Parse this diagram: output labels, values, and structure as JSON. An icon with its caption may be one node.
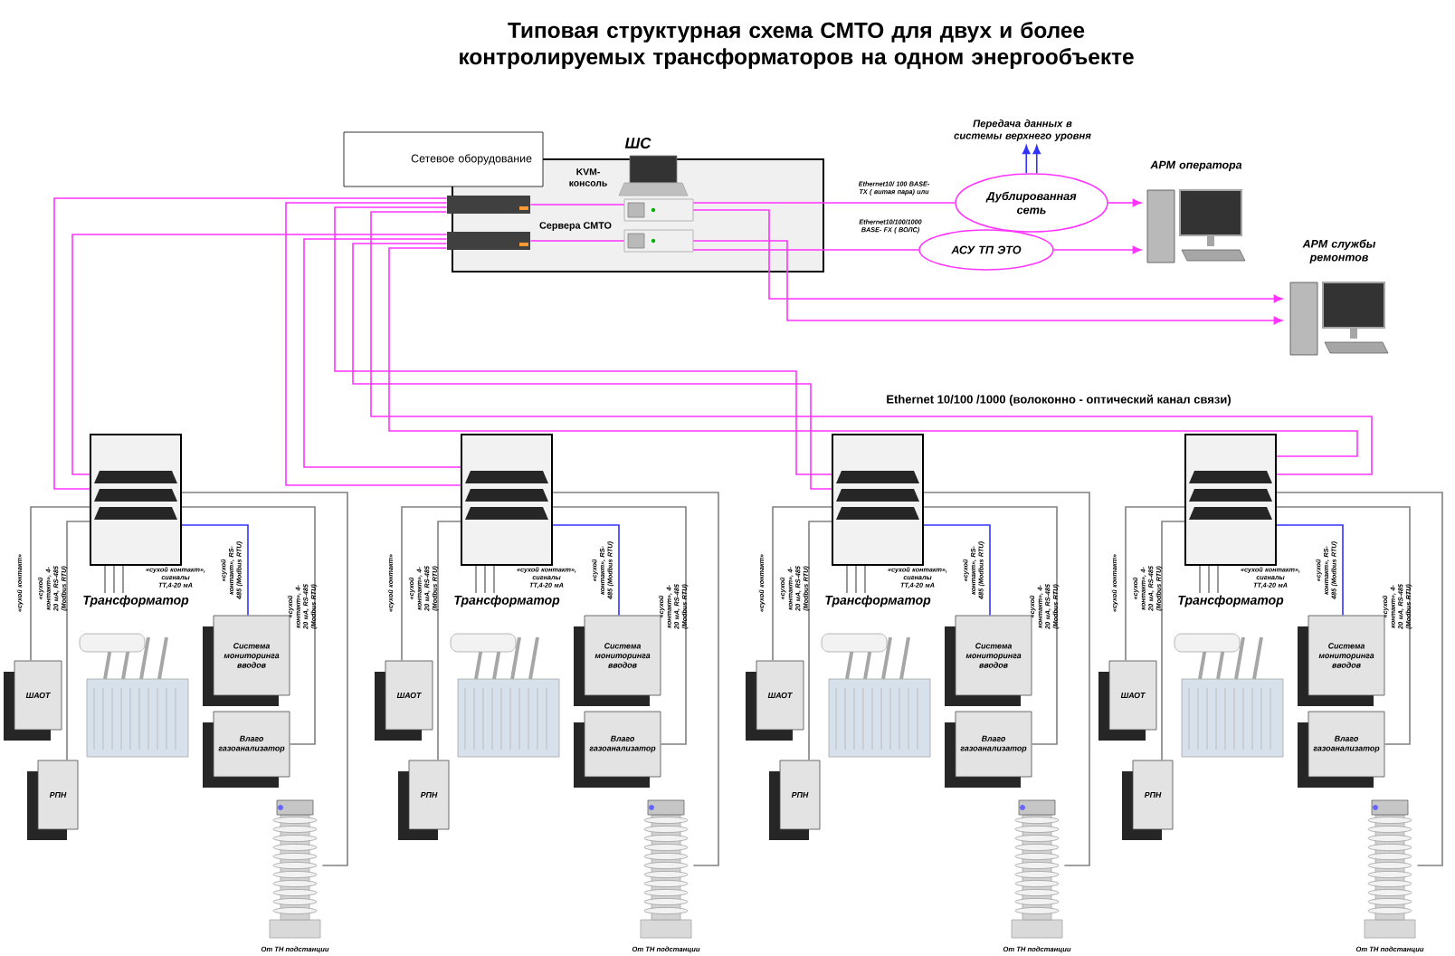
{
  "diagram": {
    "title": "Типовая структурная схема СМТО для двух и более контролируемых трансформаторов на одном энергообъекте",
    "nodes": [
      {
        "text": [
          "Сетевое оборудование"
        ]
      },
      {
        "text": [
          "ШС"
        ]
      },
      {
        "text": [],
        "shape": "picture",
        "in": 1
      },
      {
        "text": [],
        "shape": "picture",
        "in": 1
      },
      {
        "text": [],
        "shape": "picture",
        "in": 1,
        "beside": [
          "KVM-консоль"
        ]
      },
      {
        "text": [],
        "shape": "picture",
        "in": 1
      },
      {
        "text": [],
        "shape": "picture",
        "in": 1
      },
      {
        "text": [
          "Дублированная сеть"
        ]
      },
      {
        "text": [
          "АСУ ТП ЭТО"
        ]
      },
      {
        "text": [
          "АРМ оператора"
        ]
      },
      {
        "text": [
          "АРМ службы ремонтов"
        ]
      },
      {
        "text": [
          "Передача данных в системы верхнего уровня"
        ]
      },
      {
        "text": [],
        "shape": "box"
      },
      {
        "text": [
          "ШАОТ"
        ]
      },
      {
        "text": [
          "РПН"
        ]
      },
      {
        "text": [
          "Система мониторинга вводов"
        ]
      },
      {
        "text": [
          "Влаго газоанализатор"
        ]
      },
      {
        "text": [
          "Трансформатор"
        ]
      },
      {
        "text": [],
        "shape": "picture",
        "beside": [
          "От ТН подстанции"
        ]
      },
      {
        "text": [],
        "shape": "box"
      },
      {
        "text": [
          "ШАОТ"
        ]
      },
      {
        "text": [
          "РПН"
        ]
      },
      {
        "text": [
          "Система мониторинга вводов"
        ]
      },
      {
        "text": [
          "Влаго газоанализатор"
        ]
      },
      {
        "text": [
          "Трансформатор"
        ]
      },
      {
        "text": [],
        "shape": "picture",
        "beside": [
          "От ТН подстанции"
        ]
      },
      {
        "text": [],
        "shape": "box"
      },
      {
        "text": [
          "ШАОТ"
        ]
      },
      {
        "text": [
          "РПН"
        ]
      },
      {
        "text": [
          "Система мониторинга вводов"
        ]
      },
      {
        "text": [
          "Влаго газоанализатор"
        ]
      },
      {
        "text": [
          "Трансформатор"
        ]
      },
      {
        "text": [],
        "shape": "picture",
        "beside": [
          "От ТН подстанции"
        ]
      },
      {
        "text": [],
        "shape": "box"
      },
      {
        "text": [
          "ШАОТ"
        ]
      },
      {
        "text": [
          "РПН"
        ]
      },
      {
        "text": [
          "Система мониторинга вводов"
        ]
      },
      {
        "text": [
          "Влаго газоанализатор"
        ]
      },
      {
        "text": [
          "Трансформатор"
        ]
      },
      {
        "text": [],
        "shape": "picture",
        "beside": [
          "От ТН подстанции"
        ]
      }
    ],
    "edges": [
      {
        "from": 2,
        "to": 5,
        "arrow": "none",
        "color": "#ff33ff"
      },
      {
        "from": 3,
        "to": 6,
        "arrow": "none",
        "color": "#ff33ff"
      },
      {
        "from": 5,
        "to": 7,
        "arrow": "none",
        "color": "#ff33ff",
        "label": "Ethernet10/ 100 BASE-TX ( витая пара) или"
      },
      {
        "from": 6,
        "to": 8,
        "arrow": "none",
        "color": "#ff33ff",
        "label": "Ethernet10/100/1000 BASE- FX ( ВОЛС)"
      },
      {
        "from": 7,
        "to": 9,
        "arrow": "to",
        "color": "#ff33ff"
      },
      {
        "from": 8,
        "to": 9,
        "arrow": "to",
        "color": "#ff33ff"
      },
      {
        "from": 7,
        "to": 11,
        "arrow": "to",
        "color": "#3333ff"
      },
      {
        "from": 7,
        "to": 11,
        "arrow": "to",
        "color": "#3333ff"
      },
      {
        "from": 5,
        "to": 10,
        "arrow": "to",
        "color": "#ff33ff"
      },
      {
        "from": 6,
        "to": 10,
        "arrow": "to",
        "color": "#ff33ff"
      },
      {
        "from": 2,
        "to": 12,
        "arrow": "none",
        "color": "#ff33ff"
      },
      {
        "from": 3,
        "to": 12,
        "arrow": "none",
        "color": "#ff33ff"
      },
      {
        "from": 2,
        "to": 19,
        "arrow": "none",
        "color": "#ff33ff"
      },
      {
        "from": 3,
        "to": 19,
        "arrow": "none",
        "color": "#ff33ff"
      },
      {
        "from": 2,
        "to": 26,
        "arrow": "none",
        "color": "#ff33ff"
      },
      {
        "from": 3,
        "to": 26,
        "arrow": "none",
        "color": "#ff33ff"
      },
      {
        "from": 2,
        "to": 33,
        "arrow": "none",
        "color": "#ff33ff"
      },
      {
        "from": 3,
        "to": 33,
        "arrow": "none",
        "color": "#ff33ff"
      },
      {
        "from": 12,
        "to": 13,
        "arrow": "none",
        "label": "«сухой контакт»"
      },
      {
        "from": 12,
        "to": 14,
        "arrow": "none",
        "label": "«сухой контакт», 4-20 мА, RS-485 (Modbus RTU)"
      },
      {
        "from": 12,
        "to": 15,
        "arrow": "none",
        "color": "#3333ff",
        "label": "«сухой контакт», RS-485 (Modbus RTU)"
      },
      {
        "from": 12,
        "to": 16,
        "arrow": "none",
        "label": "«сухой контакт», 4-20 мА, RS-485 (Modbus RTU)"
      },
      {
        "from": 12,
        "to": 17,
        "arrow": "none",
        "label": "«сухой контакт», сигналы ТТ,4-20 мА"
      },
      {
        "from": 12,
        "to": 18,
        "arrow": "none"
      },
      {
        "from": 19,
        "to": 20,
        "arrow": "none",
        "label": "«сухой контакт»"
      },
      {
        "from": 19,
        "to": 21,
        "arrow": "none",
        "label": "«сухой контакт», 4-20 мА, RS-485 (Modbus RTU)"
      },
      {
        "from": 19,
        "to": 22,
        "arrow": "none",
        "color": "#3333ff",
        "label": "«сухой контакт», RS-485 (Modbus RTU)"
      },
      {
        "from": 19,
        "to": 23,
        "arrow": "none",
        "label": "«сухой контакт», 4-20 мА, RS-485 (Modbus RTU)"
      },
      {
        "from": 19,
        "to": 24,
        "arrow": "none",
        "label": "«сухой контакт», сигналы ТТ,4-20 мА"
      },
      {
        "from": 19,
        "to": 25,
        "arrow": "none"
      },
      {
        "from": 26,
        "to": 27,
        "arrow": "none",
        "label": "«сухой контакт»"
      },
      {
        "from": 26,
        "to": 28,
        "arrow": "none",
        "label": "«сухой контакт», 4-20 мА, RS-485 (Modbus RTU)"
      },
      {
        "from": 26,
        "to": 29,
        "arrow": "none",
        "color": "#3333ff",
        "label": "«сухой контакт», RS-485 (Modbus RTU)"
      },
      {
        "from": 26,
        "to": 30,
        "arrow": "none",
        "label": "«сухой контакт», 4-20 мА, RS-485 (Modbus RTU)"
      },
      {
        "from": 26,
        "to": 31,
        "arrow": "none",
        "label": "«сухой контакт», сигналы ТТ,4-20 мА"
      },
      {
        "from": 26,
        "to": 32,
        "arrow": "none"
      },
      {
        "from": 33,
        "to": 34,
        "arrow": "none",
        "label": "«сухой контакт»"
      },
      {
        "from": 33,
        "to": 35,
        "arrow": "none",
        "label": "«сухой контакт», 4-20 мА, RS-485 (Modbus RTU)"
      },
      {
        "from": 33,
        "to": 36,
        "arrow": "none",
        "color": "#3333ff",
        "label": "«сухой контакт», RS-485 (Modbus RTU)"
      },
      {
        "from": 33,
        "to": 37,
        "arrow": "none",
        "label": "«сухой контакт», 4-20 мА, RS-485 (Modbus RTU)"
      },
      {
        "from": 33,
        "to": 38,
        "arrow": "none",
        "label": "«сухой контакт», сигналы ТТ,4-20 мА"
      },
      {
        "from": 33,
        "to": 39,
        "arrow": "none"
      }
    ],
    "labels": [
      "Сервера СМТО",
      "Ethernet 10/100 /1000 (волоконно - оптический канал связи)"
    ]
  }
}
